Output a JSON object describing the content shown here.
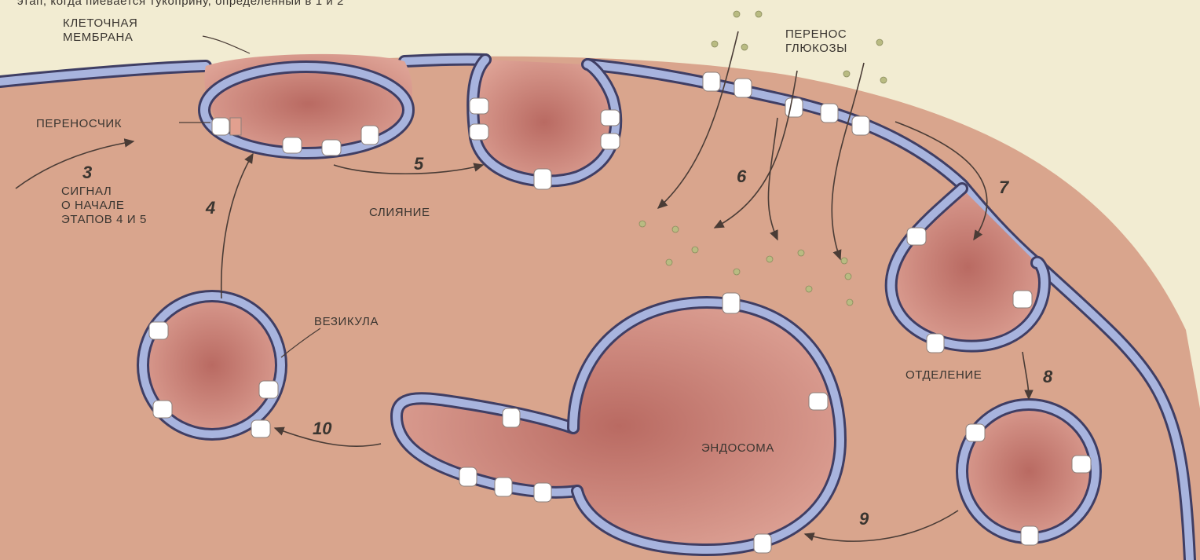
{
  "header_line": "этап, когда пиевается тукоприну, определенный в 1 и 2",
  "labels": {
    "membrane_line1": "КЛЕТОЧНАЯ",
    "membrane_line2": "МЕМБРАНА",
    "transporter": "ПЕРЕНОСЧИК",
    "glucose_line1": "ПЕРЕНОС",
    "glucose_line2": "ГЛЮКОЗЫ",
    "fusion": "СЛИЯНИЕ",
    "signal_line1": "СИГНАЛ",
    "signal_line2": "О НАЧАЛЕ",
    "signal_line3": "ЭТАПОВ 4 И 5",
    "vesicle": "ВЕЗИКУЛА",
    "separation": "ОТДЕЛЕНИЕ",
    "endosome": "ЭНДОСОМА"
  },
  "steps": {
    "s3": "3",
    "s4": "4",
    "s5": "5",
    "s6": "6",
    "s7": "7",
    "s8": "8",
    "s9": "9",
    "s10": "10"
  },
  "colors": {
    "background": "#f2ecd2",
    "cytoplasm": "#d9a58d",
    "organelle_lumen": "#c97f76",
    "membrane_outer": "#3f3e64",
    "membrane_inner": "#a8b4de",
    "transporter": "#ffffff",
    "transporter_core": "#e2a08f",
    "glucose": "#b9bb82"
  }
}
